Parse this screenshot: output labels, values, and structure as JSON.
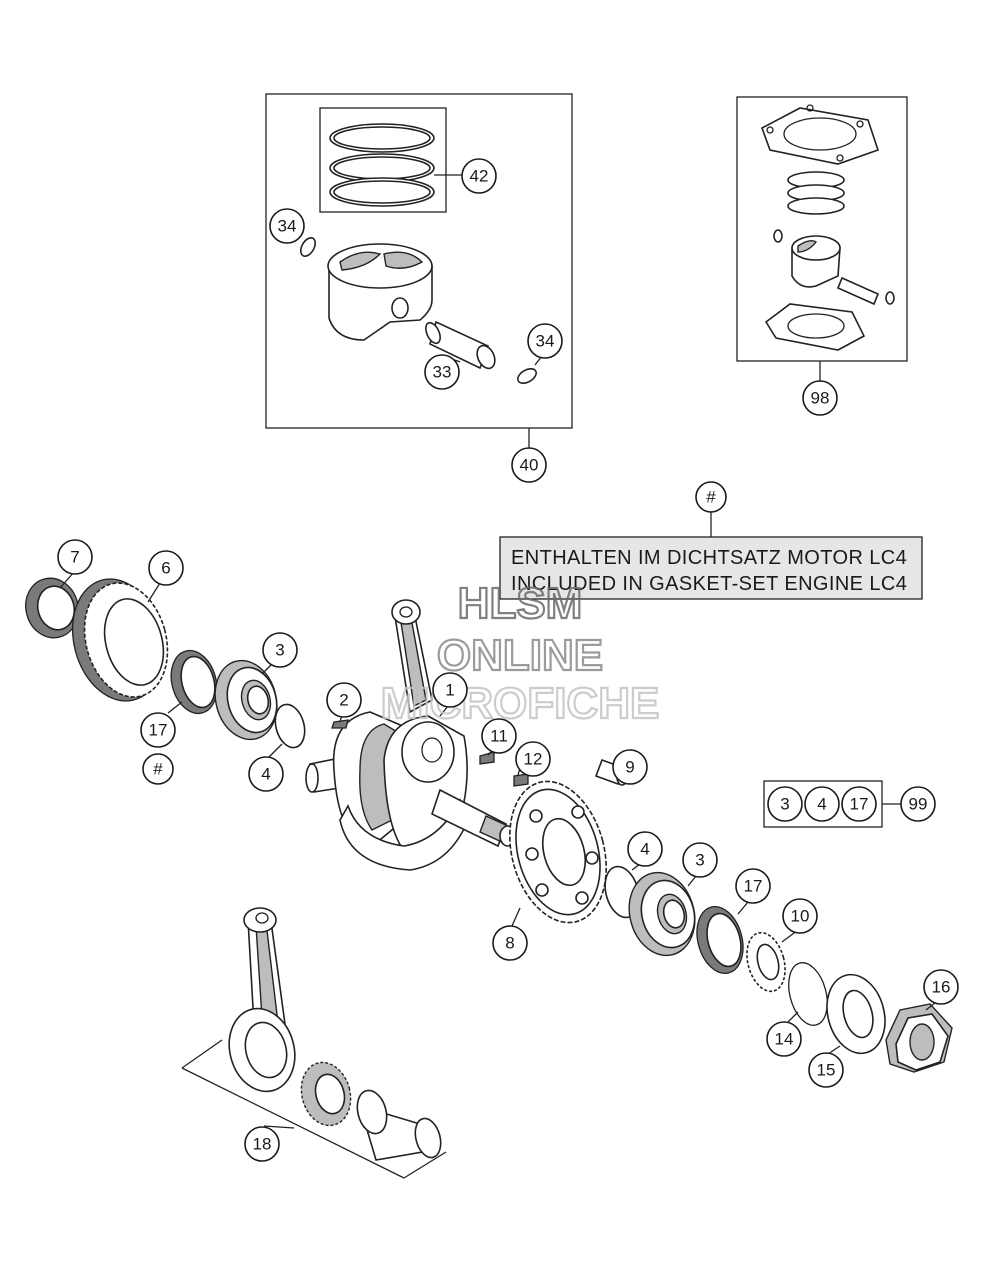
{
  "callouts": {
    "c42": "42",
    "c34a": "34",
    "c34b": "34",
    "c33": "33",
    "c40": "40",
    "c98": "98",
    "chash_top": "#",
    "c7": "7",
    "c6": "6",
    "c3a": "3",
    "c2": "2",
    "c1": "1",
    "c17a": "17",
    "chash_left": "#",
    "c4a": "4",
    "c11": "11",
    "c12": "12",
    "c9": "9",
    "c8": "8",
    "c4b": "4",
    "c3b": "3",
    "c17b": "17",
    "c10": "10",
    "c14": "14",
    "c15": "15",
    "c16": "16",
    "c18": "18",
    "k3": "3",
    "k4": "4",
    "k17": "17",
    "k99": "99"
  },
  "note": {
    "line1": "ENTHALTEN IM DICHTSATZ MOTOR LC4",
    "line2": "INCLUDED IN GASKET-SET ENGINE LC4"
  },
  "watermark": {
    "line1": "HLSM",
    "line2": "ONLINE",
    "line3": "MICROFICHE",
    "color": "#9a9a9a"
  }
}
